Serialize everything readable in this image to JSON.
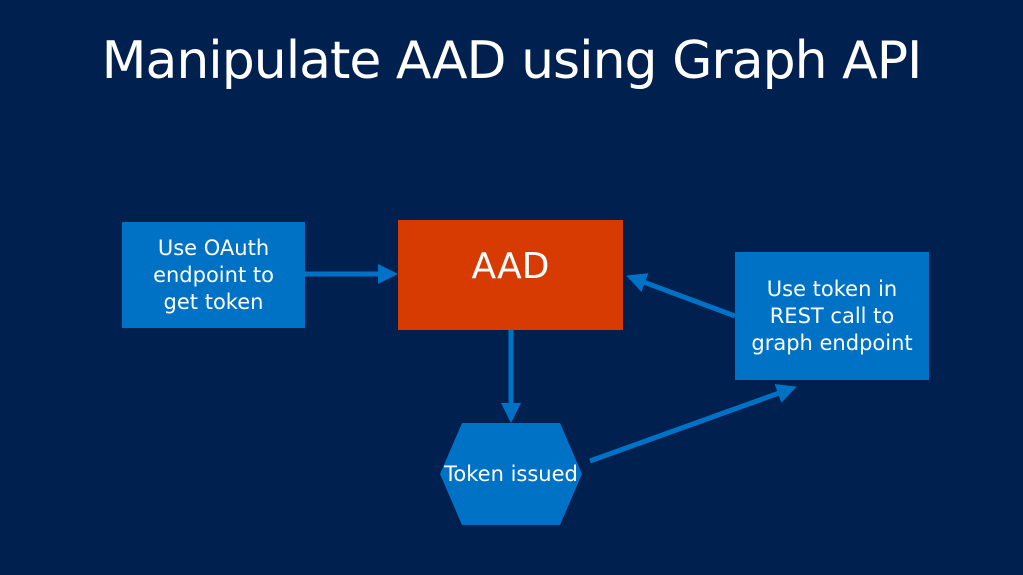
{
  "title": "Manipulate AAD using Graph API",
  "colors": {
    "background": "#002050",
    "blue_box": "#0072c6",
    "aad_box": "#d83b01",
    "arrow": "#0072c6",
    "text": "#ffffff"
  },
  "nodes": {
    "oauth": "Use OAuth endpoint to get token",
    "aad": "AAD",
    "rest": "Use token in REST call to graph endpoint",
    "token": "Token issued"
  }
}
